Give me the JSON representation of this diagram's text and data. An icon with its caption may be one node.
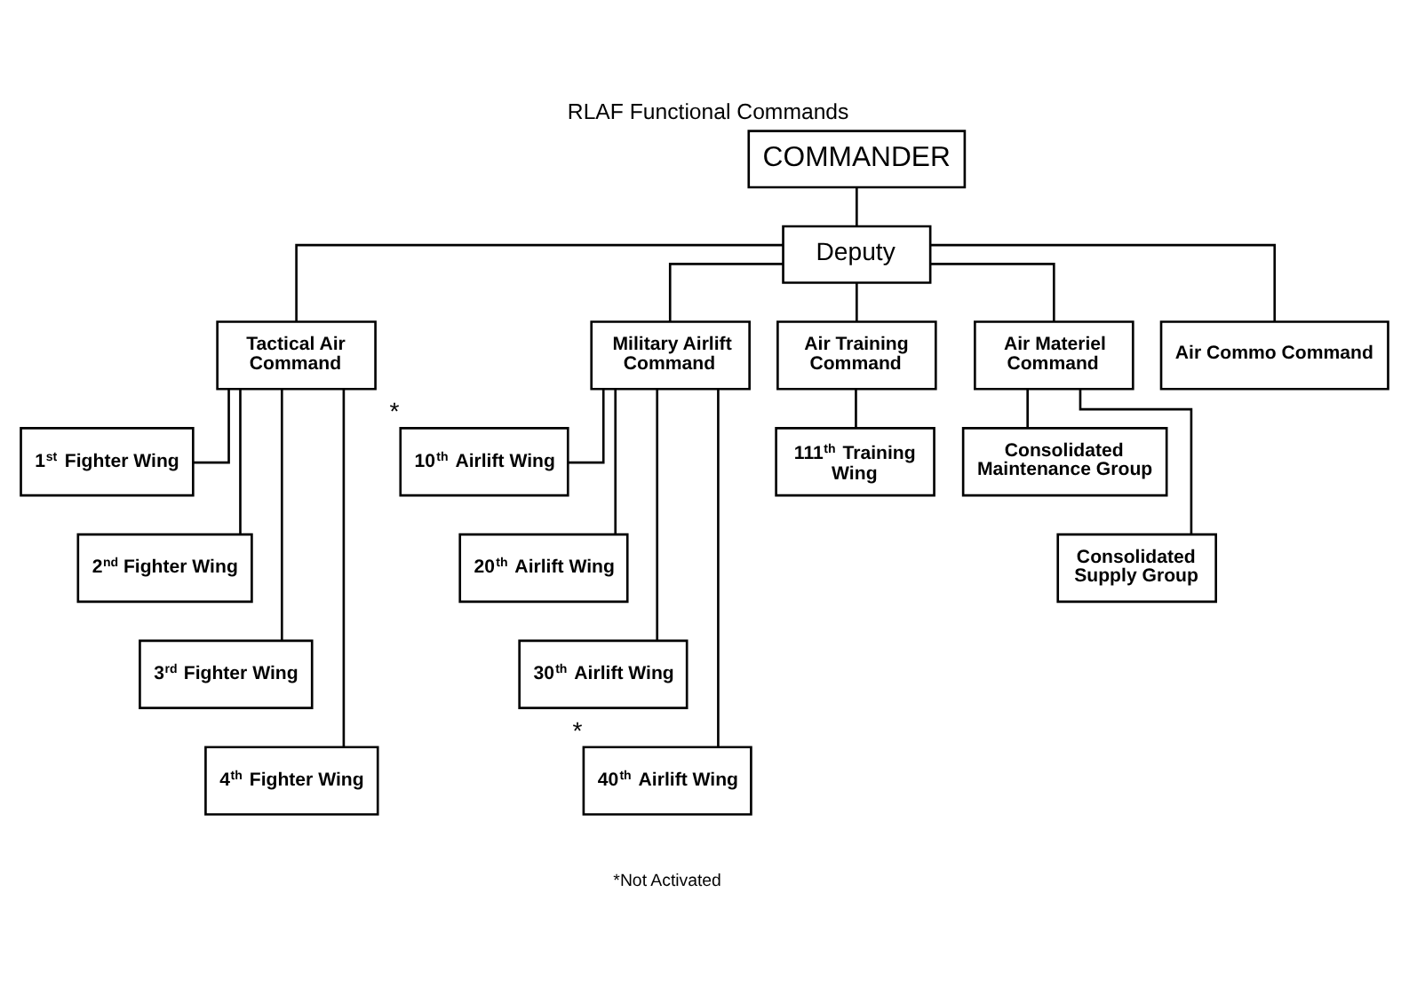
{
  "diagram": {
    "title": "RLAF Functional Commands",
    "nodes": [
      {
        "text": [
          "COMMANDER"
        ]
      },
      {
        "text": [
          "Deputy"
        ]
      },
      {
        "text": [
          "Tactical Air Command"
        ]
      },
      {
        "text": [
          "Military Airlift Command"
        ]
      },
      {
        "text": [
          "Air Training Command"
        ]
      },
      {
        "text": [
          "Air Materiel Command"
        ]
      },
      {
        "text": [
          "Air Commo Command"
        ]
      },
      {
        "text": [
          "1$^{st}$ Fighter Wing"
        ]
      },
      {
        "text": [
          "2$^{nd}$ Fighter Wing"
        ]
      },
      {
        "text": [
          "3$^{rd}$ Fighter Wing"
        ]
      },
      {
        "text": [
          "4$^{th}$ Fighter Wing"
        ]
      },
      {
        "text": [
          "10$^{th}$ Airlift Wing"
        ],
        "beside": [
          "*"
        ]
      },
      {
        "text": [
          "20$^{th}$ Airlift Wing"
        ]
      },
      {
        "text": [
          "30$^{th}$ Airlift Wing"
        ]
      },
      {
        "text": [
          "40$^{th}$ Airlift Wing"
        ],
        "beside": [
          "*"
        ]
      },
      {
        "text": [
          "111$^{th}$ Training Wing"
        ]
      },
      {
        "text": [
          "Consolidated Maintenance Group"
        ]
      },
      {
        "text": [
          "Consolidated Supply Group"
        ]
      }
    ],
    "edges": [
      {
        "from": 0,
        "to": 1,
        "arrow": "none"
      },
      {
        "from": 1,
        "to": 2,
        "arrow": "none"
      },
      {
        "from": 1,
        "to": 3,
        "arrow": "none"
      },
      {
        "from": 1,
        "to": 4,
        "arrow": "none"
      },
      {
        "from": 1,
        "to": 5,
        "arrow": "none"
      },
      {
        "from": 1,
        "to": 6,
        "arrow": "none"
      },
      {
        "from": 2,
        "to": 7,
        "arrow": "none"
      },
      {
        "from": 2,
        "to": 8,
        "arrow": "none"
      },
      {
        "from": 2,
        "to": 9,
        "arrow": "none"
      },
      {
        "from": 2,
        "to": 10,
        "arrow": "none"
      },
      {
        "from": 3,
        "to": 11,
        "arrow": "none"
      },
      {
        "from": 3,
        "to": 12,
        "arrow": "none"
      },
      {
        "from": 3,
        "to": 13,
        "arrow": "none"
      },
      {
        "from": 3,
        "to": 14,
        "arrow": "none"
      },
      {
        "from": 4,
        "to": 15,
        "arrow": "none"
      },
      {
        "from": 5,
        "to": 16,
        "arrow": "none"
      },
      {
        "from": 5,
        "to": 17,
        "arrow": "none"
      }
    ],
    "labels": [
      "*Not Activated"
    ]
  }
}
